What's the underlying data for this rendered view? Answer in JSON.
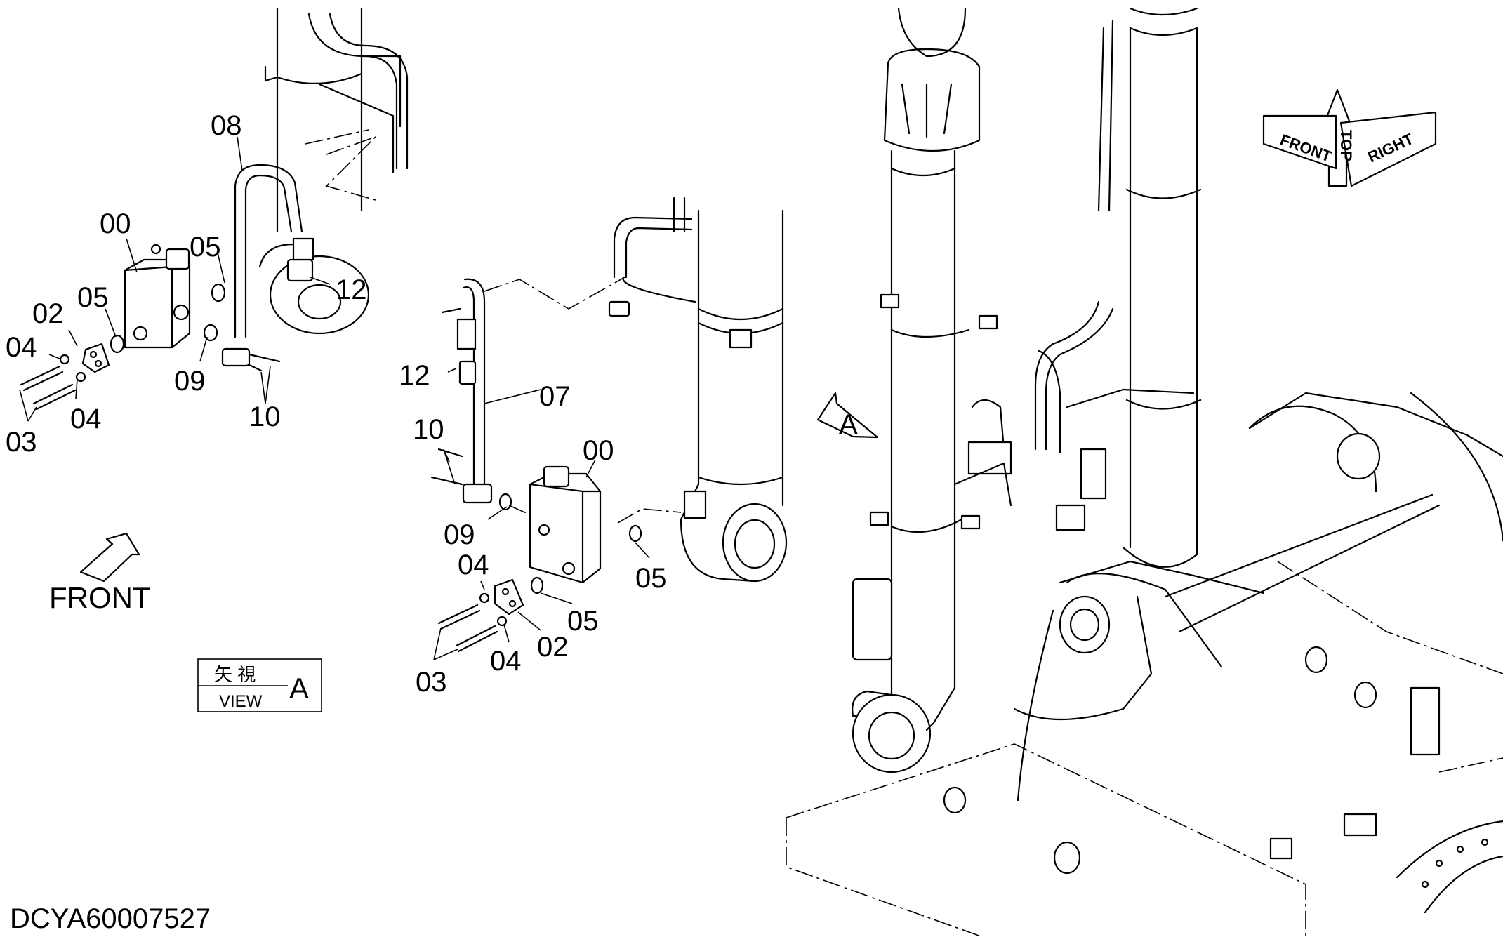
{
  "drawing_id": "DCYA60007527",
  "orientation": {
    "top": "TOP",
    "front": "FRONT",
    "right": "RIGHT"
  },
  "front_arrow_label": "FRONT",
  "view_box": {
    "kanji": "矢 視",
    "view": "VIEW",
    "letter": "A"
  },
  "view_marker": "A",
  "callouts_left": {
    "c00": "00",
    "c02": "02",
    "c03": "03",
    "c04a": "04",
    "c04b": "04",
    "c05a": "05",
    "c05b": "05",
    "c08": "08",
    "c09": "09",
    "c10": "10",
    "c12": "12"
  },
  "callouts_center": {
    "c00": "00",
    "c02": "02",
    "c03": "03",
    "c04a": "04",
    "c04b": "04",
    "c05a": "05",
    "c05b": "05",
    "c07": "07",
    "c09": "09",
    "c10": "10",
    "c12": "12"
  }
}
